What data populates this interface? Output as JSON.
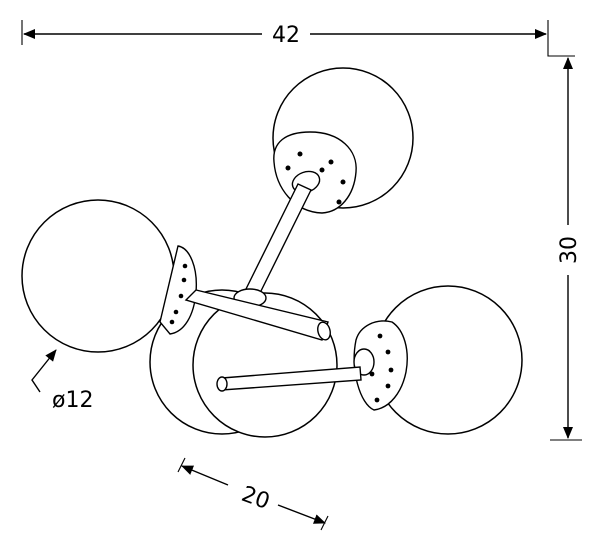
{
  "dimensions": {
    "width_label": "42",
    "height_label": "30",
    "depth_label": "20",
    "globe_diameter_label": "ø12"
  }
}
